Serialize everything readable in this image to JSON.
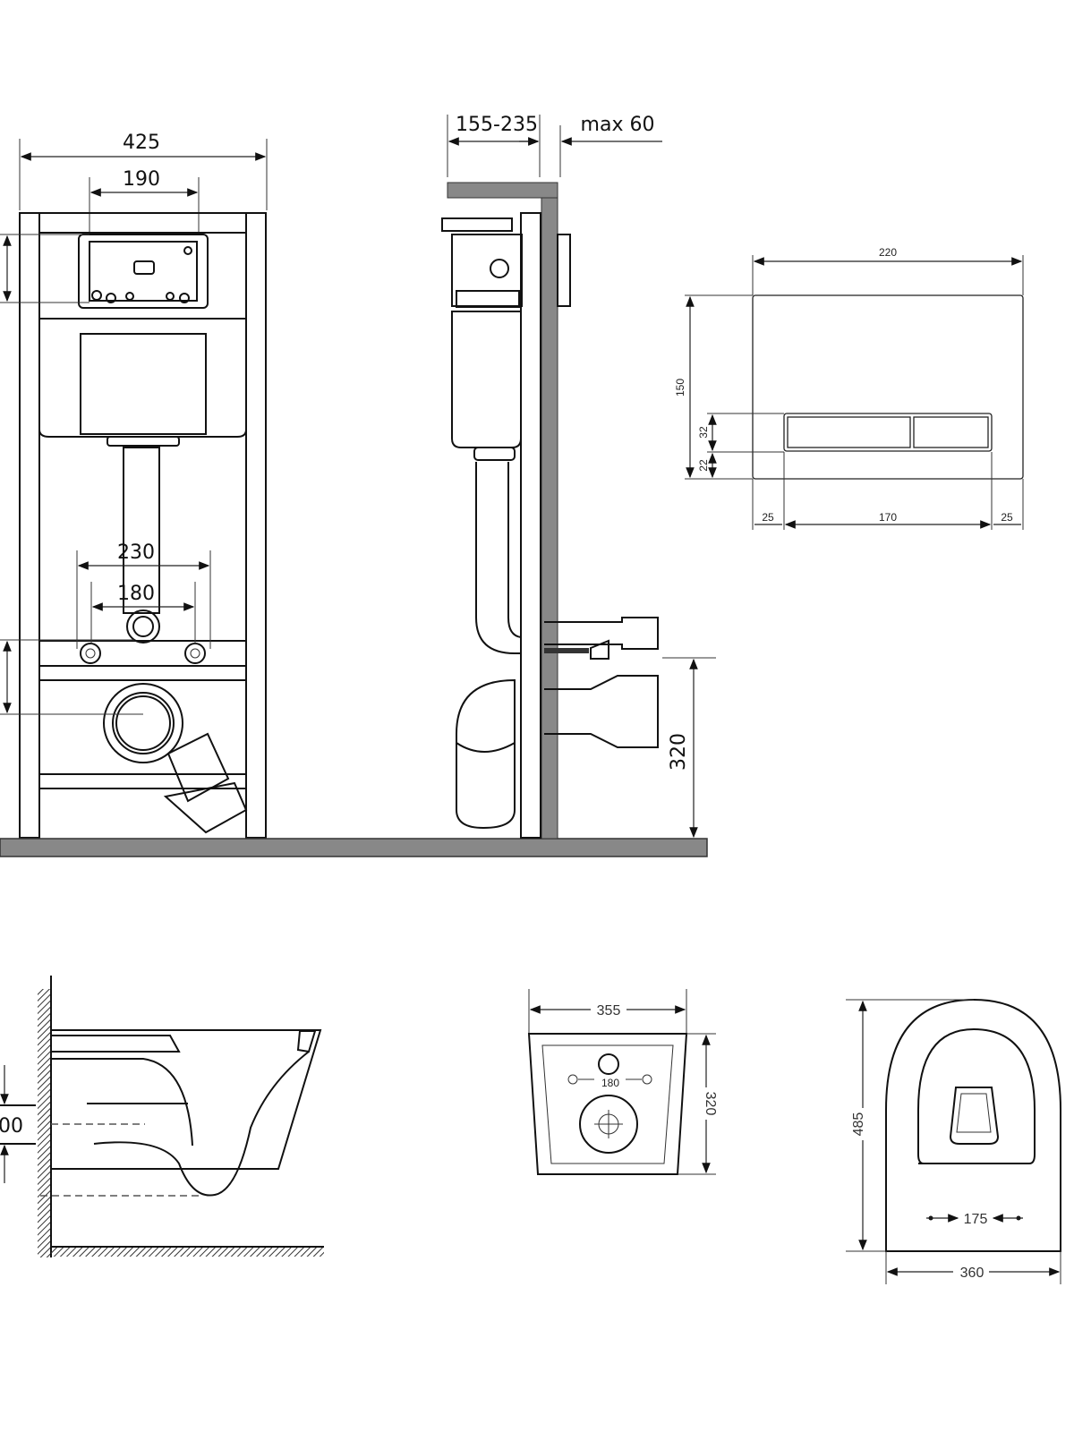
{
  "front_view": {
    "width_total": "425",
    "flush_plate_span": "190",
    "bolt_span_outer": "230",
    "bolt_span_inner": "180"
  },
  "side_view": {
    "depth_range": "155-235",
    "wall_max": "max 60",
    "drain_height": "320"
  },
  "flush_plate": {
    "width": "220",
    "height": "150",
    "button_height": "32",
    "bottom_offset": "22",
    "left_margin": "25",
    "button_width": "170",
    "right_margin": "25"
  },
  "toilet_side": {
    "partial_dimension": "00"
  },
  "toilet_back": {
    "width": "355",
    "bolt_span": "180",
    "height": "320"
  },
  "toilet_top": {
    "length": "485",
    "bolt_span": "175",
    "width": "360"
  }
}
